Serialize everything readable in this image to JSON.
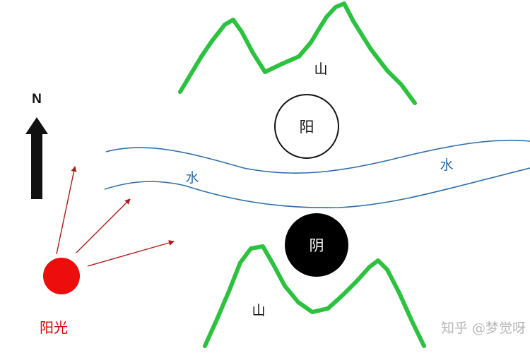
{
  "labels": {
    "north": "N",
    "mountain_top": "山",
    "mountain_bottom": "山",
    "yang": "阳",
    "yin": "阴",
    "water_left": "水",
    "water_right": "水",
    "sunlight": "阳光",
    "watermark": "知乎 @梦觉呀"
  },
  "colors": {
    "mountain": "#2cc23f",
    "river": "#2f6ea6",
    "sun": "#ee0d0d",
    "ray": "#b01a1a",
    "arrow": "#111111",
    "water_text": "#2a68a8",
    "sunlight_text": "#d40000"
  }
}
